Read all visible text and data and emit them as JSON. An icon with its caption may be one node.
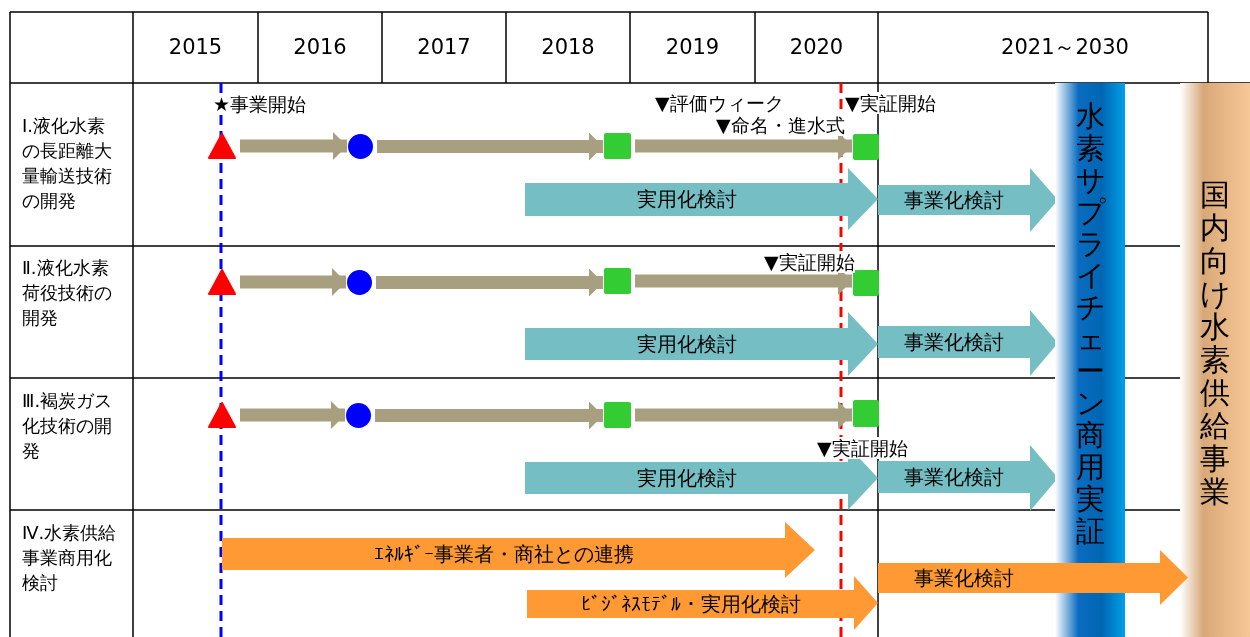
{
  "diagram": {
    "nodes": [
      {
        "text": [],
        "shape": "triangle"
      },
      {
        "text": [],
        "shape": "circle"
      },
      {
        "text": [],
        "shape": "box"
      },
      {
        "text": [],
        "shape": "box"
      },
      {
        "text": [
          "実用化検討"
        ]
      },
      {
        "text": [
          "事業化検討"
        ]
      },
      {
        "text": [],
        "shape": "triangle"
      },
      {
        "text": [],
        "shape": "circle"
      },
      {
        "text": [],
        "shape": "box"
      },
      {
        "text": [],
        "shape": "box"
      },
      {
        "text": [
          "実用化検討"
        ]
      },
      {
        "text": [
          "事業化検討"
        ]
      },
      {
        "text": [],
        "shape": "triangle"
      },
      {
        "text": [],
        "shape": "circle"
      },
      {
        "text": [],
        "shape": "box"
      },
      {
        "text": [],
        "shape": "box"
      },
      {
        "text": [
          "実用化検討"
        ]
      },
      {
        "text": [
          "事業化検討"
        ]
      },
      {
        "text": [
          "ｴﾈﾙｷﾞｰ事業者・商社との連携"
        ]
      },
      {
        "text": [
          "事業化検討"
        ]
      },
      {
        "text": [
          "ﾋﾞｼﾞﾈｽﾓﾃﾞﾙ・実用化検討"
        ]
      },
      {
        "text": [
          "水素サプライチェーン商用実証"
        ]
      },
      {
        "text": [
          "国内向け水素供給事業"
        ]
      }
    ],
    "edges": [
      {
        "from": 0,
        "to": 1,
        "arrow": "to"
      },
      {
        "from": 1,
        "to": 2,
        "arrow": "to"
      },
      {
        "from": 2,
        "to": 3,
        "arrow": "to"
      },
      {
        "from": 6,
        "to": 7,
        "arrow": "to"
      },
      {
        "from": 7,
        "to": 8,
        "arrow": "to"
      },
      {
        "from": 8,
        "to": 9,
        "arrow": "to"
      },
      {
        "from": 12,
        "to": 13,
        "arrow": "to"
      },
      {
        "from": 13,
        "to": 14,
        "arrow": "to"
      },
      {
        "from": 14,
        "to": 15,
        "arrow": "to"
      }
    ],
    "labels": [
      "2015",
      "2016",
      "2017",
      "2018",
      "2019",
      "2020",
      "2021～2030",
      "Ⅰ.液化水素の長距離大量輸送技術の開発",
      "★事業開始",
      "▼評価ウィーク",
      "▼実証開始",
      "▼命名・進水式",
      "Ⅱ.液化水素荷役技術の開発",
      "▼実証開始",
      "Ⅲ.褐炭ガス化技術の開発",
      "▼実証開始",
      "Ⅳ.水素供給事業商用化検討"
    ]
  }
}
